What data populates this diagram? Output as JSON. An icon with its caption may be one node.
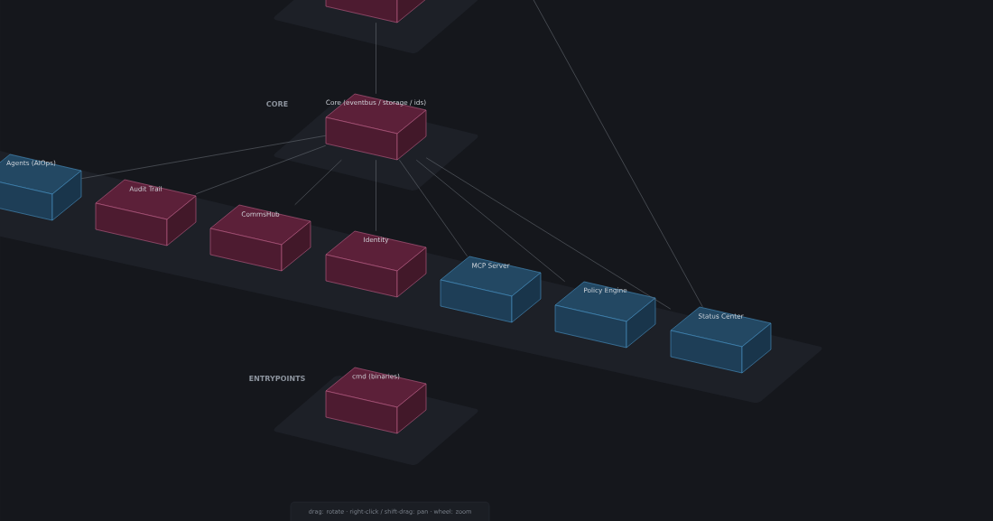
{
  "diagram": {
    "nodes": [
      {
        "text": [],
        "shape": "platform"
      },
      {
        "text": [],
        "shape": "box",
        "in": 0
      },
      {
        "text": [
          "CORE"
        ]
      },
      {
        "text": [
          "Core (eventbus / storage / ids)"
        ],
        "in": 2
      },
      {
        "text": [],
        "shape": "platform"
      },
      {
        "text": [
          "Agents (AIOps)"
        ],
        "in": 4
      },
      {
        "text": [
          "Audit Trail"
        ],
        "in": 4
      },
      {
        "text": [
          "CommsHub"
        ],
        "in": 4
      },
      {
        "text": [
          "Identity"
        ],
        "in": 4
      },
      {
        "text": [
          "MCP Server"
        ],
        "in": 4
      },
      {
        "text": [
          "Policy Engine"
        ],
        "in": 4
      },
      {
        "text": [
          "Status Center"
        ],
        "in": 4
      },
      {
        "text": [
          "ENTRYPOINTS"
        ]
      },
      {
        "text": [
          "cmd (binaries)"
        ],
        "in": 12
      }
    ],
    "edges": [
      {
        "from": 1,
        "to": 3,
        "arrow": "none"
      },
      {
        "from": 3,
        "to": 5,
        "arrow": "none"
      },
      {
        "from": 3,
        "to": 6,
        "arrow": "none"
      },
      {
        "from": 3,
        "to": 7,
        "arrow": "none"
      },
      {
        "from": 3,
        "to": 8,
        "arrow": "none"
      },
      {
        "from": 3,
        "to": 9,
        "arrow": "none"
      },
      {
        "from": 3,
        "to": 10,
        "arrow": "none"
      },
      {
        "from": 3,
        "to": 11,
        "arrow": "none"
      },
      {
        "from": null,
        "to": 11,
        "arrow": "none"
      }
    ],
    "labels": [
      "drag: rotate · right-click / shift-drag: pan · wheel: zoom"
    ]
  }
}
